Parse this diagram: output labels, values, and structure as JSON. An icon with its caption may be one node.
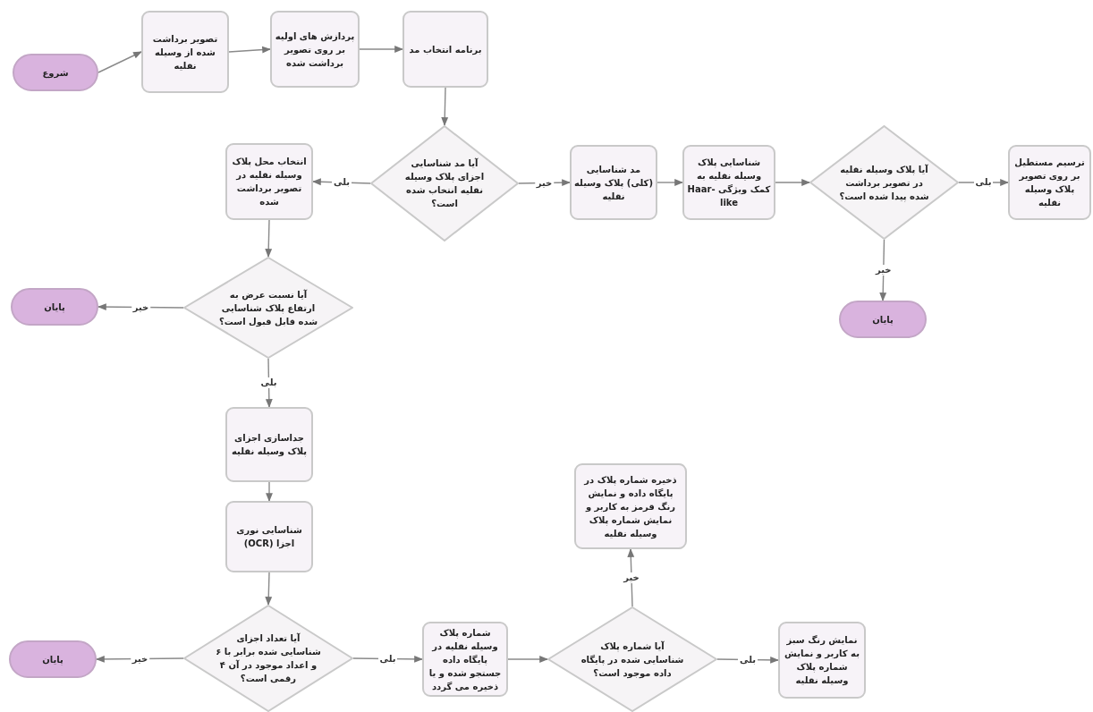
{
  "diagram": {
    "nodes": [
      {
        "text": [
          "شروع"
        ]
      },
      {
        "text": [
          "تصویر برداشت شده از وسیله نقلیه"
        ]
      },
      {
        "text": [
          "پردازش های اولیه بر روی تصویر برداشت شده"
        ]
      },
      {
        "text": [
          "برنامه انتخاب مد"
        ]
      },
      {
        "text": [
          "آیا مد شناسایی اجزای پلاک وسیله نقلیه انتخاب شده است؟"
        ]
      },
      {
        "text": [
          "انتخاب محل پلاک وسیله نقلیه در تصویر برداشت شده"
        ]
      },
      {
        "text": [
          "آیا نسبت عرض به ارتفاع پلاک شناسایی شده قابل قبول است؟"
        ]
      },
      {
        "text": [
          "پایان"
        ]
      },
      {
        "text": [
          "جداسازی اجزای پلاک وسیله نقلیه"
        ]
      },
      {
        "text": [
          "شناسایی نوری اجزا (OCR)"
        ]
      },
      {
        "text": [
          "آیا تعداد اجزای شناسایی شده برابر با ۶ و اعداد موجود در آن ۴ رقمی است؟"
        ]
      },
      {
        "text": [
          "پایان"
        ]
      },
      {
        "text": [
          "شماره پلاک وسیله نقلیه در پایگاه داده جستجو شده و یا ذخیره می گردد"
        ]
      },
      {
        "text": [
          "آیا شماره پلاک شناسایی شده در پایگاه داده موجود است؟"
        ]
      },
      {
        "text": [
          "ذخیره شماره پلاک در پایگاه داده و نمایش رنگ قرمز به کاربر و نمایش شماره پلاک وسیله نقلیه"
        ]
      },
      {
        "text": [
          "نمایش رنگ سبز به کاربر و نمایش شماره پلاک وسیله نقلیه"
        ]
      },
      {
        "text": [
          "مد شناسایی (کلی) پلاک وسیله نقلیه"
        ]
      },
      {
        "text": [
          "شناسایی پلاک وسیله نقلیه به کمک ویژگی Haar-like"
        ]
      },
      {
        "text": [
          "آیا پلاک وسیله نقلیه در تصویر برداشت شده پیدا شده است؟"
        ]
      },
      {
        "text": [
          "ترسیم مستطیل بر روی تصویر پلاک وسیله نقلیه"
        ]
      },
      {
        "text": [
          "پایان"
        ]
      }
    ],
    "edges": [
      {
        "from": 0,
        "to": 1,
        "arrow": "to"
      },
      {
        "from": 1,
        "to": 2,
        "arrow": "to"
      },
      {
        "from": 2,
        "to": 3,
        "arrow": "to"
      },
      {
        "from": 3,
        "to": 4,
        "arrow": "to"
      },
      {
        "from": 4,
        "to": 5,
        "arrow": "to",
        "label": "بلی"
      },
      {
        "from": 4,
        "to": 16,
        "arrow": "to",
        "label": "خیر"
      },
      {
        "from": 16,
        "to": 17,
        "arrow": "to"
      },
      {
        "from": 17,
        "to": 18,
        "arrow": "to"
      },
      {
        "from": 18,
        "to": 19,
        "arrow": "to",
        "label": "بلی"
      },
      {
        "from": 18,
        "to": 20,
        "arrow": "to",
        "label": "خیر"
      },
      {
        "from": 5,
        "to": 6,
        "arrow": "to"
      },
      {
        "from": 6,
        "to": 7,
        "arrow": "to",
        "label": "خیر"
      },
      {
        "from": 6,
        "to": 8,
        "arrow": "to",
        "label": "بلی"
      },
      {
        "from": 8,
        "to": 9,
        "arrow": "to"
      },
      {
        "from": 9,
        "to": 10,
        "arrow": "to"
      },
      {
        "from": 10,
        "to": 11,
        "arrow": "to",
        "label": "خیر"
      },
      {
        "from": 10,
        "to": 12,
        "arrow": "to",
        "label": "بلی"
      },
      {
        "from": 12,
        "to": 13,
        "arrow": "to"
      },
      {
        "from": 13,
        "to": 14,
        "arrow": "to",
        "label": "خیر"
      },
      {
        "from": 13,
        "to": 15,
        "arrow": "to",
        "label": "بلی"
      }
    ]
  }
}
